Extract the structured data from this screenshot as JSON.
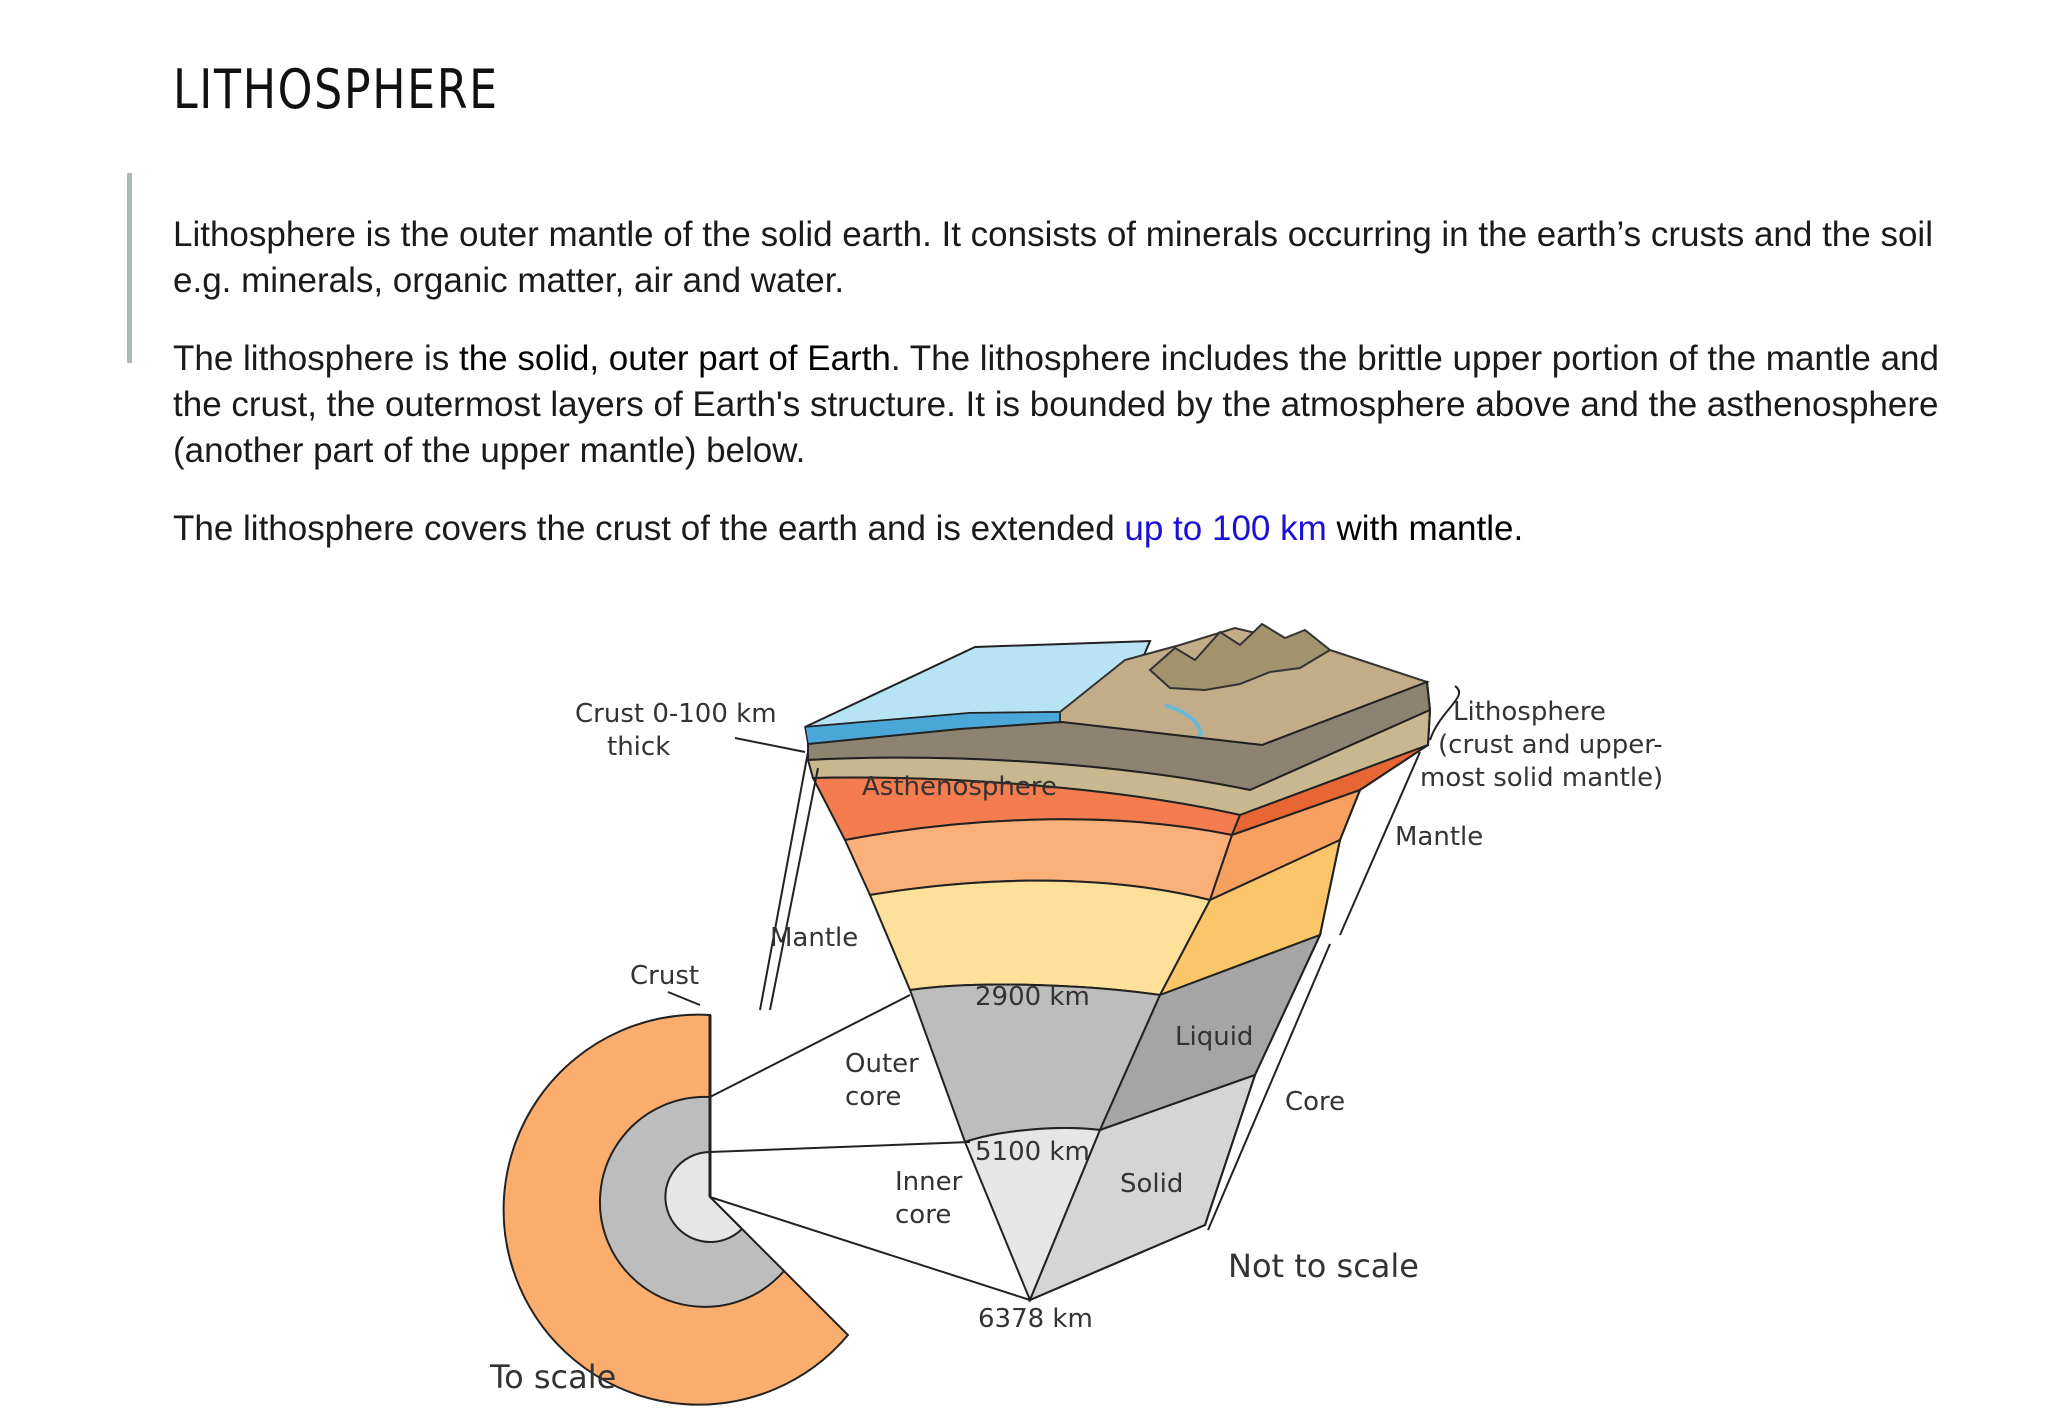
{
  "slide": {
    "title": "LITHOSPHERE",
    "para1": "Lithosphere is the outer mantle of the solid earth. It consists of minerals occurring in the earth’s crusts and the soil e.g. minerals, organic matter, air and water.",
    "para2": {
      "a": "The lithosphere is ",
      "b": "the solid, outer part of Earth",
      "c": ". The lithosphere includes the brittle upper portion of the mantle and the crust, the outermost layers of Earth's structure. It is bounded by the atmosphere above and the asthenosphere (another part of the upper mantle) below."
    },
    "para3": {
      "a": "The lithosphere covers the crust of the earth and is extended ",
      "b": "up to 100 km",
      "c": " with mantle."
    }
  },
  "diagram": {
    "labels": {
      "crust_range_1": "Crust 0-100 km",
      "crust_range_2": "thick",
      "asthenosphere": "Asthenosphere",
      "lithosphere_1": "Lithosphere",
      "lithosphere_2": "(crust and upper-",
      "lithosphere_3": "most solid mantle)",
      "mantle_right": "Mantle",
      "mantle_left": "Mantle",
      "crust": "Crust",
      "depth_2900": "2900 km",
      "liquid": "Liquid",
      "outer_core_1": "Outer",
      "outer_core_2": "core",
      "core": "Core",
      "depth_5100": "5100 km",
      "inner_core_1": "Inner",
      "inner_core_2": "core",
      "solid": "Solid",
      "not_to_scale": "Not to scale",
      "depth_6378": "6378 km",
      "to_scale": "To scale"
    },
    "colors": {
      "ocean": "#b8e3f5",
      "land": "#8c8470",
      "asthenosphere": "#f47c4f",
      "upper_mantle": "#fbb07a",
      "lower_mantle": "#fde09a",
      "outer_core": "#bdbdbd",
      "inner_core": "#e6e6e6"
    }
  }
}
